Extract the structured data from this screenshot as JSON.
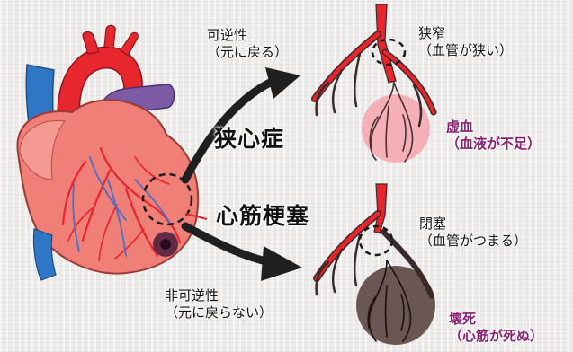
{
  "top_arrow": {
    "line1": "可逆性",
    "line2": "（元に戻る）"
  },
  "bottom_arrow": {
    "line1": "非可逆性",
    "line2": "（元に戻らない）"
  },
  "angina": {
    "title": "狭心症",
    "cause_line1": "狭窄",
    "cause_line2": "（血管が狭い）",
    "effect_line1": "虚血",
    "effect_line2": "（血液が不足）"
  },
  "infarction": {
    "title": "心筋梗塞",
    "cause_line1": "閉塞",
    "cause_line2": "（血管がつまる）",
    "effect_line1": "壊死",
    "effect_line2": "（心筋が死ぬ）"
  },
  "colors": {
    "heart": "#f07f78",
    "artery_red": "#e8242c",
    "vein_blue": "#4a6fc4",
    "aorta_blue": "#2f77c4",
    "pulmonary_purple": "#7c5aa6",
    "ischemia_pink": "#f6a9b3",
    "necrosis_brown": "#6b5751",
    "arrow_black": "#1f1f1f",
    "accent_purple": "#8b1f72"
  }
}
